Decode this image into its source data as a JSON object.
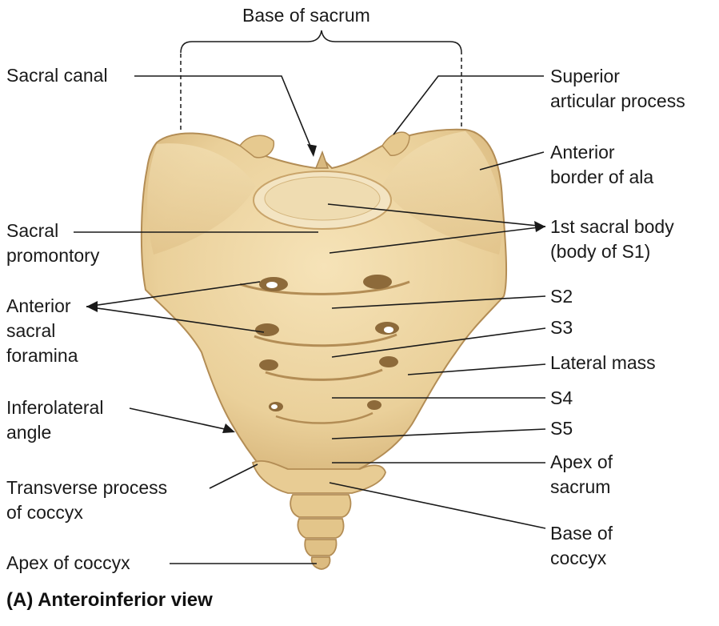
{
  "caption": "(A) Anteroinferior view",
  "labels": {
    "base_of_sacrum": "Base of sacrum",
    "sacral_canal": "Sacral canal",
    "superior_articular_process": "Superior\narticular process",
    "anterior_border_of_ala": "Anterior\nborder of ala",
    "sacral_promontory": "Sacral\npromontory",
    "first_sacral_body": "1st sacral body\n(body of S1)",
    "anterior_sacral_foramina": "Anterior\nsacral\nforamina",
    "s2": "S2",
    "s3": "S3",
    "lateral_mass": "Lateral mass",
    "s4": "S4",
    "inferolateral_angle": "Inferolateral\nangle",
    "s5": "S5",
    "transverse_process_of_coccyx": "Transverse process\nof coccyx",
    "apex_of_sacrum": "Apex of\nsacrum",
    "base_of_coccyx": "Base of\ncoccyx",
    "apex_of_coccyx": "Apex of coccyx"
  },
  "colors": {
    "bone": "#ecd4a0",
    "bone_shadow": "#c9a46a",
    "bone_dark": "#a98550",
    "bone_light": "#f6e6c2",
    "line": "#1a1a1a"
  }
}
